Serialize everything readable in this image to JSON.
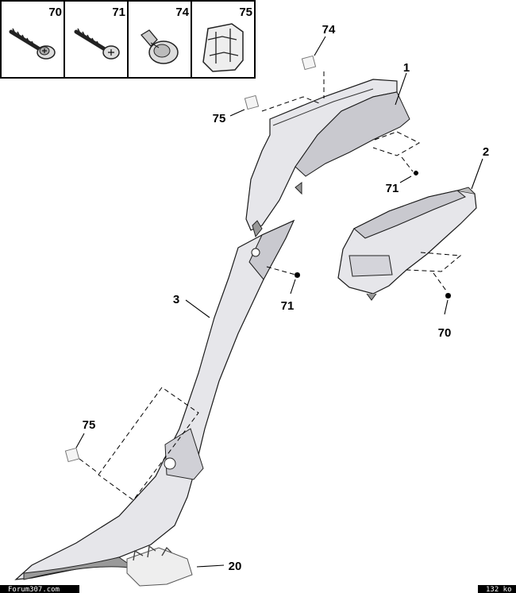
{
  "legend": {
    "cells": [
      {
        "number": "70",
        "icon": "screw-washer-icon"
      },
      {
        "number": "71",
        "icon": "screw-icon"
      },
      {
        "number": "74",
        "icon": "push-rivet-icon"
      },
      {
        "number": "75",
        "icon": "spring-clip-icon"
      }
    ]
  },
  "callouts": {
    "c1": "1",
    "c2": "2",
    "c3": "3",
    "c20": "20",
    "c70": "70",
    "c71a": "71",
    "c71b": "71",
    "c74": "74",
    "c75a": "75",
    "c75b": "75"
  },
  "footer": {
    "left": "Forum307.com",
    "right": "132 ko"
  },
  "colors": {
    "part_fill": "#e6e6ea",
    "line": "#000000"
  }
}
